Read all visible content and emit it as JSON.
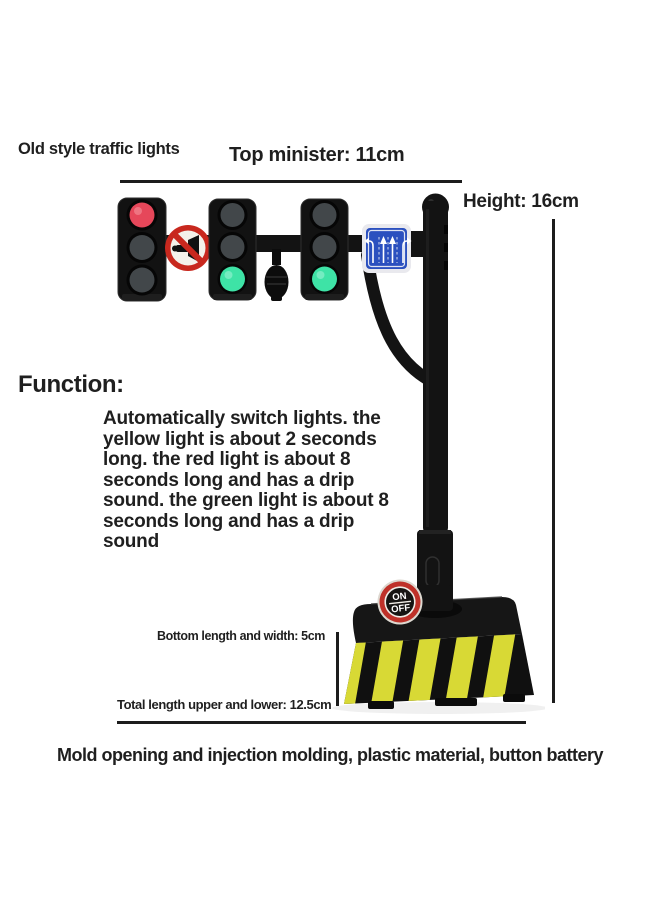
{
  "page": {
    "background": "#ffffff"
  },
  "annotations": {
    "product_title": "Old style traffic lights",
    "top_width": "Top minister: 11cm",
    "height": "Height: 16cm",
    "function_heading": "Function:",
    "function_body": "Automatically switch lights. the yellow light is about 2 seconds long. the red light is about 8 seconds long and has a drip sound. the green light is about 8 seconds long and has a drip sound",
    "function_body_lines": [
      "Automatically switch lights. the",
      "yellow light is about 2 seconds",
      "long. the red light is about 8",
      "seconds long and has a drip",
      "sound. the green light is about 8",
      "seconds long and has a drip",
      "sound"
    ],
    "bottom_width": "Bottom length and width: 5cm",
    "total_length": "Total length upper and lower: 12.5cm",
    "material_note": "Mold opening and injection molding, plastic material, button battery"
  },
  "toy": {
    "power_button": {
      "line1": "ON",
      "line2": "OFF"
    },
    "lights": {
      "left_module": [
        "red-on",
        "off",
        "off"
      ],
      "middle_module": [
        "off",
        "off",
        "green-on"
      ],
      "right_module": [
        "off",
        "off",
        "green-on"
      ]
    },
    "signs": [
      "no-horn-sign",
      "lane-direction-sign"
    ],
    "colors": {
      "red_light": "#e6475a",
      "green_light": "#3ee3a6",
      "sign_blue": "#2b50bf",
      "prohibition_red": "#c8281e",
      "power_ring_red": "#bf3129",
      "stripe_yellow": "#d8d935",
      "body_black": "#131313"
    }
  }
}
